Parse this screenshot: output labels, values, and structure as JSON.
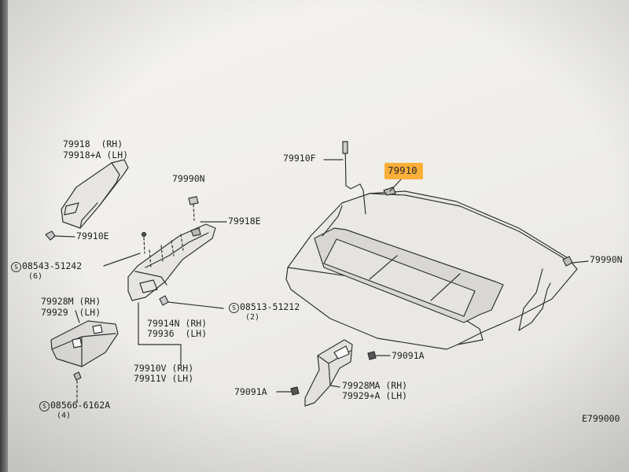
{
  "diagram": {
    "callouts": [
      {
        "id": "c1",
        "lines": [
          "79918  (RH)",
          "79918+A (LH)"
        ]
      },
      {
        "id": "c2",
        "lines": [
          "79910E"
        ]
      },
      {
        "id": "c3",
        "lines": [
          "79990N"
        ]
      },
      {
        "id": "c4",
        "lines": [
          "79918E"
        ]
      },
      {
        "id": "c5",
        "lines": [
          "08543-51242"
        ],
        "sub": "(6)",
        "symbol": "S"
      },
      {
        "id": "c6",
        "lines": [
          "79928M (RH)",
          "79929  (LH)"
        ]
      },
      {
        "id": "c7",
        "lines": [
          "08513-51212"
        ],
        "sub": "(2)",
        "symbol": "S"
      },
      {
        "id": "c8",
        "lines": [
          "79914N (RH)",
          "79936  (LH)"
        ]
      },
      {
        "id": "c9",
        "lines": [
          "79910V (RH)",
          "79911V (LH)"
        ]
      },
      {
        "id": "c10",
        "lines": [
          "08566-6162A"
        ],
        "sub": "(4)",
        "symbol": "S"
      },
      {
        "id": "c11",
        "lines": [
          "79910F"
        ]
      },
      {
        "id": "c12",
        "lines": [
          "79910"
        ],
        "highlight": "#ffa31a"
      },
      {
        "id": "c13",
        "lines": [
          "79990N"
        ]
      },
      {
        "id": "c14",
        "lines": [
          "79091A"
        ]
      },
      {
        "id": "c15",
        "lines": [
          "79928MA (RH)",
          "79929+A (LH)"
        ]
      },
      {
        "id": "c16",
        "lines": [
          "79091A"
        ]
      },
      {
        "id": "c17",
        "lines": [
          "E799000"
        ]
      }
    ]
  }
}
